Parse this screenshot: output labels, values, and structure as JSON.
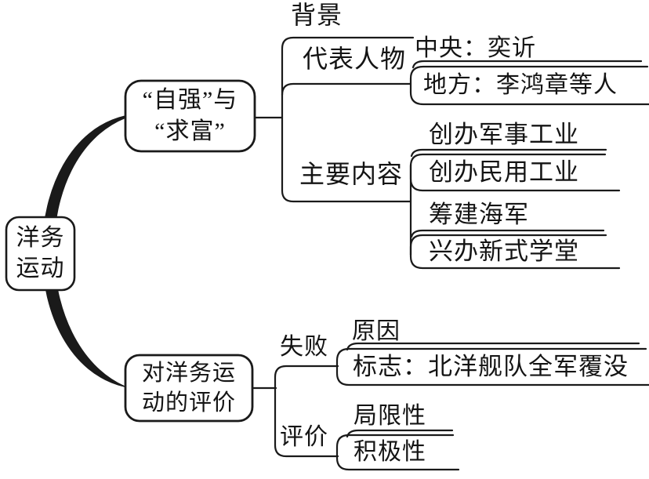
{
  "diagram": {
    "title_hint": "洋务运动知识结构图",
    "colors": {
      "line": "#1a1a1a",
      "background": "#ffffff",
      "text": "#141414"
    },
    "root": {
      "line1": "洋务",
      "line2": "运动"
    },
    "branch_top": {
      "node_line1": "“自强”与",
      "node_line2": "“求富”",
      "background_label": "背景",
      "representatives": {
        "label": "代表人物",
        "central": "中央：奕䜣",
        "local": "地方：李鸿章等人"
      },
      "main_content": {
        "label": "主要内容",
        "items": [
          "创办军事工业",
          "创办民用工业",
          "筹建海军",
          "兴办新式学堂"
        ]
      }
    },
    "branch_bottom": {
      "node_line1": "对洋务运",
      "node_line2": "动的评价",
      "failure": {
        "label": "失败",
        "reason": "原因",
        "sign": "标志：北洋舰队全军覆没"
      },
      "evaluation": {
        "label": "评价",
        "limitation": "局限性",
        "positive": "积极性"
      }
    }
  }
}
